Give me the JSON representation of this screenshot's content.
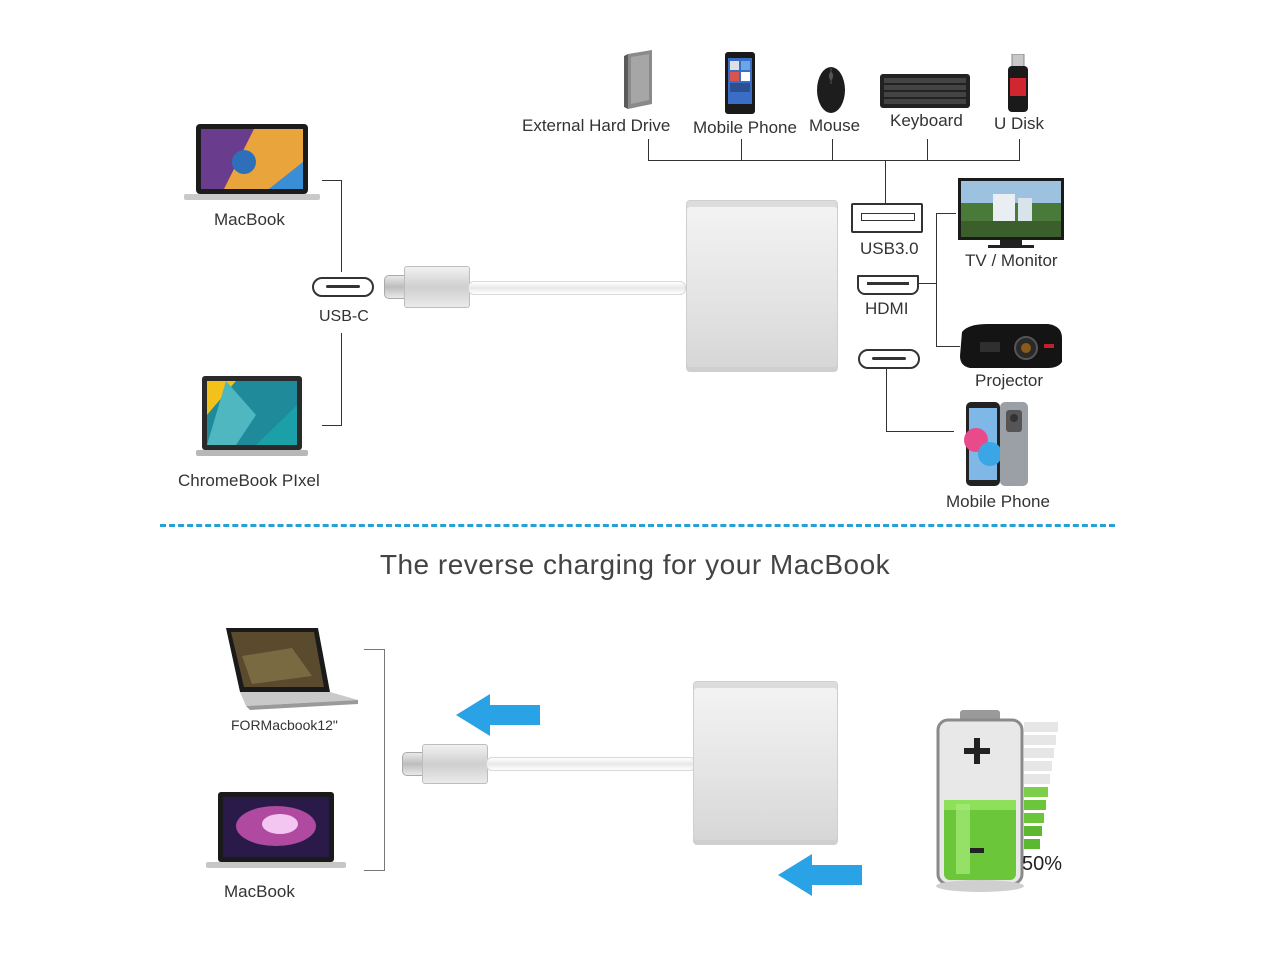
{
  "top": {
    "laptops": {
      "macbook_label": "MacBook",
      "chromebook_label": "ChromeBook PIxel"
    },
    "usbc_label": "USB-C",
    "devices": {
      "external_hdd": "External Hard Drive",
      "mobile_phone": "Mobile Phone",
      "mouse": "Mouse",
      "keyboard": "Keyboard",
      "udisk": "U Disk"
    },
    "ports": {
      "usb3": "USB3.0",
      "hdmi": "HDMI"
    },
    "outputs": {
      "tv": "TV / Monitor",
      "projector": "Projector",
      "phone": "Mobile Phone"
    }
  },
  "divider_title": "The reverse charging for your MacBook",
  "bottom": {
    "macbook12_label": "FORMacbook12\"",
    "macbook_label": "MacBook",
    "battery_percent": "50%",
    "battery_level": 0.5
  },
  "colors": {
    "accent_blue": "#2aa3e6",
    "divider": "#2a9fd6",
    "battery_green": "#6cc63a"
  }
}
